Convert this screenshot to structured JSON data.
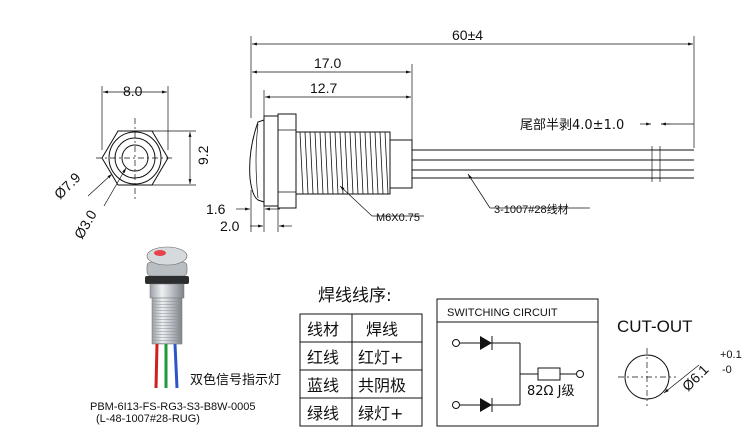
{
  "dimensions": {
    "total_length": "60±4",
    "body_length": "17.0",
    "thread_length": "12.7",
    "hex_width": "8.0",
    "hex_height": "9.2",
    "head_diameter": "Ø7.9",
    "lens_diameter": "Ø3.0",
    "head_thickness": "1.6",
    "flange_thickness": "2.0",
    "thread_spec": "M6X0.75",
    "strip_note": "尾部半剥4.0±1.0",
    "wire_spec": "3-1007#28线材"
  },
  "product": {
    "caption": "双色信号指示灯",
    "part_number": "PBM-6I13-FS-RG3-S3-B8W-0005",
    "part_sub": "(L-48-1007#28-RUG)"
  },
  "solder_table": {
    "title": "焊线线序:",
    "headers": [
      "线材",
      "焊线"
    ],
    "rows": [
      [
        "红线",
        "红灯+"
      ],
      [
        "蓝线",
        "共阴极"
      ],
      [
        "绿线",
        "绿灯+"
      ]
    ]
  },
  "circuit": {
    "title": "SWITCHING CIRCUIT",
    "resistor_label": "82Ω J级"
  },
  "cutout": {
    "title": "CUT-OUT",
    "diameter": "Ø6.1",
    "tol_upper": "+0.1",
    "tol_lower": "-0"
  },
  "colors": {
    "led_red": "#e8434a",
    "wire_red": "#d11f1f",
    "wire_green": "#1e9a3a",
    "wire_blue": "#2a56c8"
  }
}
